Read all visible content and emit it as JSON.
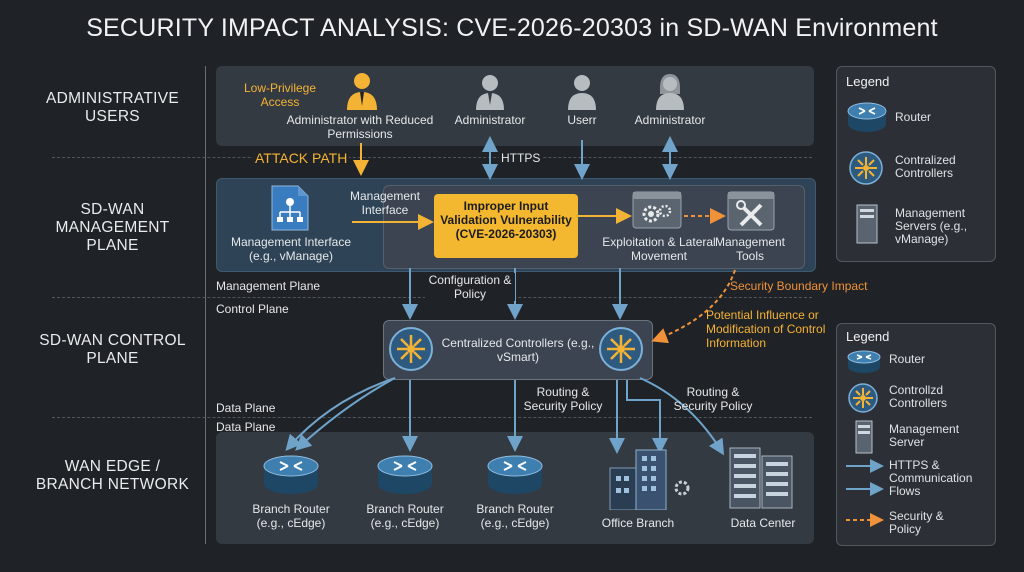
{
  "title": "SECURITY IMPACT ANALYSIS: CVE-2026-20303 in SD-WAN Environment",
  "rows": {
    "admin": "ADMINISTRATIVE USERS",
    "mgmt": "SD-WAN MANAGEMENT PLANE",
    "control": "SD-WAN CONTROL PLANE",
    "wan": "WAN EDGE / BRANCH NETWORK"
  },
  "users": {
    "low_priv": "Low-Privilege Access",
    "reduced": "Administrator with Reduced Permissions",
    "admin1": "Administrator",
    "userr": "Userr",
    "admin2": "Administrator"
  },
  "attack_path": "ATTACK PATH",
  "https": "HTTPS",
  "mgmt_plane": {
    "interface_label": "Management Interface (e.g., vManage)",
    "arrow_label": "Management Interface",
    "vulnerability": "Improper Input Validation Vulnerability (CVE-2026-20303)",
    "exploitation": "Exploitation & Lateral Movement",
    "tools": "Management Tools"
  },
  "section_labels": {
    "management_plane": "Management Plane",
    "control_plane": "Control Plane",
    "data_plane_1": "Data Plane",
    "data_plane_2": "Data Plane"
  },
  "config_policy": "Configuration & Policy",
  "security_boundary": "Security Boundary Impact",
  "potential_influence": "Potential Influence or Modification of Control Information",
  "controllers": "Centralized Controllers (e.g., vSmart)",
  "routing_policy_1": "Routing & Security Policy",
  "routing_policy_2": "Routing & Security Policy",
  "edge": {
    "br1": "Branch Router (e.g., cEdge)",
    "br2": "Branch Router (e.g., cEdge)",
    "br3": "Branch Router (e.g., cEdge)",
    "office": "Office Branch",
    "dc": "Data Center"
  },
  "legend1": {
    "title": "Legend",
    "router": "Router",
    "controllers": "Contralized Controllers",
    "servers": "Management Servers (e.g., vManage)"
  },
  "legend2": {
    "title": "Legend",
    "router": "Router",
    "controllers": "Controllzd Controllers",
    "server": "Management Server",
    "https": "HTTPS & Communication Flows",
    "policy": "Security & Policy"
  },
  "colors": {
    "accent_orange": "#f5b335",
    "flow_blue": "#6fa3c9",
    "dashed_orange": "#f0923a"
  }
}
